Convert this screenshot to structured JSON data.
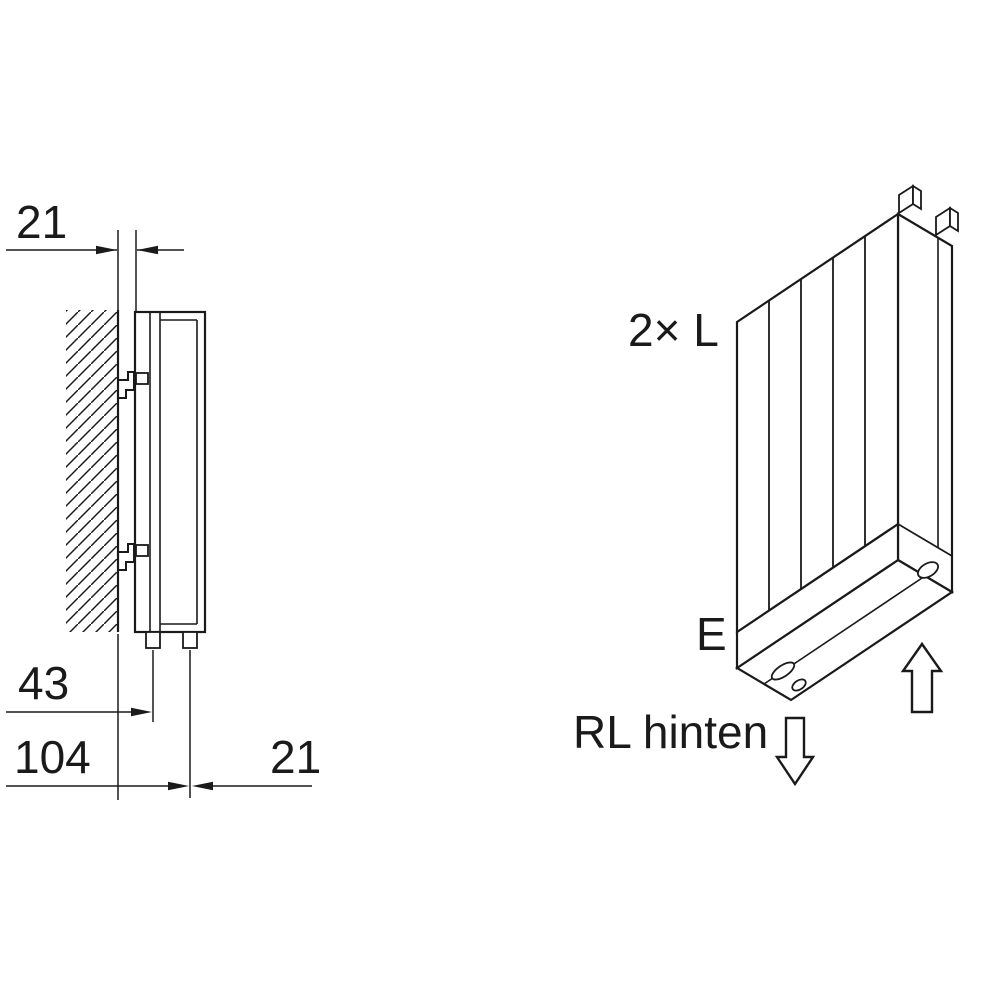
{
  "side_view": {
    "dim_wall_gap_top": "21",
    "dim_lower_small": "43",
    "dim_lower_large": "104",
    "dim_lower_right": "21"
  },
  "iso_view": {
    "length_label": "2× L",
    "inlet_label": "E",
    "return_label": "RL hinten"
  },
  "colors": {
    "line": "#1a1a1a",
    "background": "#ffffff"
  }
}
